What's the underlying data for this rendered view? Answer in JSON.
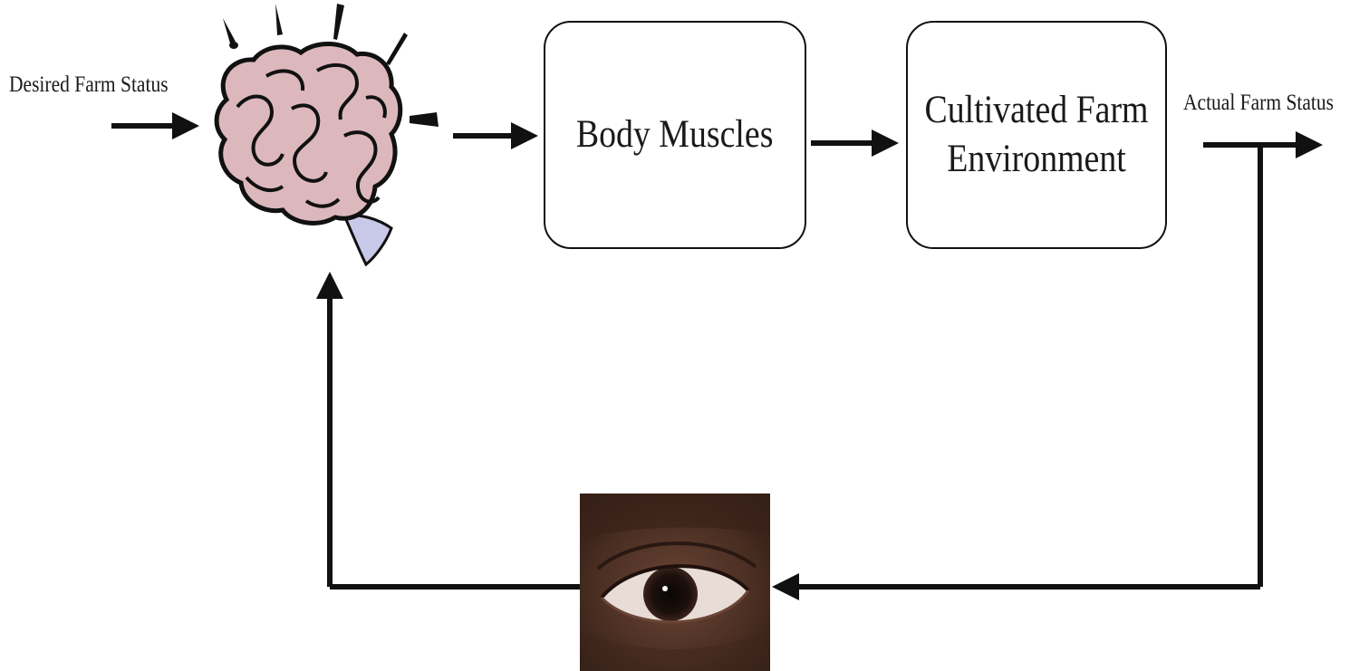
{
  "diagram": {
    "input_label": "Desired Farm Status",
    "output_label": "Actual Farm Status",
    "blocks": {
      "controller_icon": "brain-icon",
      "actuator": "Body Muscles",
      "plant": "Cultivated Farm Environment",
      "sensor_icon": "eye-icon"
    }
  },
  "colors": {
    "line": "#111111",
    "brain_fill": "#dcb8bc",
    "brainstem_fill": "#c8c8e8",
    "eye_skin": "#4a2e22"
  }
}
